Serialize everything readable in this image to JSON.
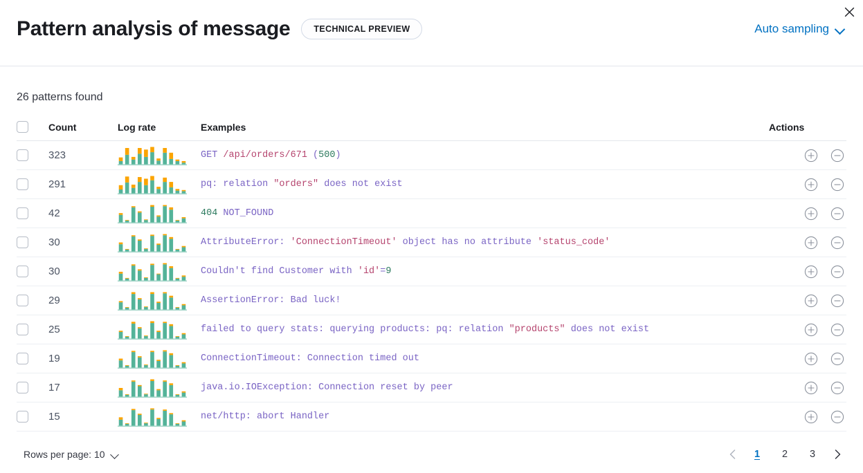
{
  "header": {
    "title": "Pattern analysis of message",
    "badge": "TECHNICAL PREVIEW",
    "sampling_label": "Auto sampling",
    "sampling_icon": "chevron-down-icon",
    "close_icon": "close-icon"
  },
  "summary": {
    "patterns_found": "26 patterns found"
  },
  "table": {
    "columns": {
      "select": "",
      "count": "Count",
      "log_rate": "Log rate",
      "examples": "Examples",
      "actions": "Actions"
    },
    "action_icons": {
      "filter_for": "plus-in-circle-icon",
      "filter_out": "minus-in-circle-icon"
    },
    "rows": [
      {
        "count": "323",
        "example_plain": "GET /api/orders/671 (500)",
        "tokens": [
          {
            "t": "GET ",
            "k": "p"
          },
          {
            "t": "/api/orders/671",
            "k": "s"
          },
          {
            "t": " (",
            "k": "p"
          },
          {
            "t": "500",
            "k": "n"
          },
          {
            "t": ")",
            "k": "p"
          }
        ],
        "sparkline": {
          "teal": [
            6,
            18,
            9,
            20,
            14,
            23,
            7,
            22,
            10,
            6,
            3
          ],
          "orange": [
            7,
            13,
            5,
            11,
            14,
            10,
            4,
            9,
            12,
            3,
            3
          ]
        }
      },
      {
        "count": "291",
        "example_plain": "pq: relation \"orders\" does not exist",
        "tokens": [
          {
            "t": "pq: relation ",
            "k": "p"
          },
          {
            "t": "\"orders\"",
            "k": "s"
          },
          {
            "t": " does not exist",
            "k": "p"
          }
        ],
        "sparkline": {
          "teal": [
            7,
            20,
            10,
            21,
            15,
            24,
            8,
            21,
            11,
            5,
            4
          ],
          "orange": [
            8,
            11,
            6,
            9,
            12,
            8,
            4,
            8,
            10,
            3,
            2
          ]
        }
      },
      {
        "count": "42",
        "example_plain": "404 NOT_FOUND",
        "tokens": [
          {
            "t": "404",
            "k": "n"
          },
          {
            "t": " NOT_FOUND",
            "k": "p"
          }
        ],
        "sparkline": {
          "teal": [
            13,
            3,
            26,
            17,
            4,
            27,
            10,
            28,
            22,
            3,
            7
          ],
          "orange": [
            3,
            1,
            2,
            2,
            1,
            3,
            2,
            2,
            4,
            1,
            2
          ]
        }
      },
      {
        "count": "30",
        "example_plain": "AttributeError: 'ConnectionTimeout' object has no attribute 'status_code'",
        "tokens": [
          {
            "t": "AttributeError: ",
            "k": "p"
          },
          {
            "t": "'ConnectionTimeout'",
            "k": "s"
          },
          {
            "t": " object has no attribute ",
            "k": "p"
          },
          {
            "t": "'status_code'",
            "k": "s"
          }
        ],
        "sparkline": {
          "teal": [
            12,
            3,
            25,
            18,
            4,
            26,
            11,
            27,
            21,
            3,
            7
          ],
          "orange": [
            3,
            1,
            2,
            2,
            1,
            2,
            2,
            2,
            3,
            1,
            2
          ]
        }
      },
      {
        "count": "30",
        "example_plain": "Couldn't find Customer with 'id'=9",
        "tokens": [
          {
            "t": "Couldn't find Customer with ",
            "k": "p"
          },
          {
            "t": "'id'",
            "k": "s"
          },
          {
            "t": "=",
            "k": "p"
          },
          {
            "t": "9",
            "k": "n"
          }
        ],
        "sparkline": {
          "teal": [
            11,
            3,
            24,
            16,
            4,
            25,
            10,
            26,
            20,
            3,
            6
          ],
          "orange": [
            3,
            1,
            2,
            2,
            1,
            2,
            1,
            2,
            3,
            1,
            2
          ]
        }
      },
      {
        "count": "29",
        "example_plain": "AssertionError: Bad luck!",
        "tokens": [
          {
            "t": "AssertionError: Bad luck!",
            "k": "p"
          }
        ],
        "sparkline": {
          "teal": [
            12,
            3,
            26,
            17,
            4,
            26,
            11,
            27,
            20,
            3,
            7
          ],
          "orange": [
            2,
            1,
            3,
            2,
            1,
            3,
            2,
            2,
            3,
            1,
            2
          ]
        }
      },
      {
        "count": "25",
        "example_plain": "failed to query stats: querying products: pq: relation \"products\" does not exist",
        "tokens": [
          {
            "t": "failed to query stats: querying products: pq: relation ",
            "k": "p"
          },
          {
            "t": "\"products\"",
            "k": "s"
          },
          {
            "t": " does not exist",
            "k": "p"
          }
        ],
        "sparkline": {
          "teal": [
            11,
            3,
            25,
            17,
            4,
            26,
            11,
            26,
            21,
            3,
            7
          ],
          "orange": [
            2,
            1,
            3,
            2,
            1,
            3,
            2,
            2,
            3,
            1,
            2
          ]
        }
      },
      {
        "count": "19",
        "example_plain": "ConnectionTimeout: Connection timed out",
        "tokens": [
          {
            "t": "ConnectionTimeout: Connection timed out",
            "k": "p"
          }
        ],
        "sparkline": {
          "teal": [
            12,
            3,
            26,
            17,
            4,
            26,
            11,
            27,
            21,
            3,
            7
          ],
          "orange": [
            3,
            1,
            2,
            2,
            1,
            2,
            2,
            2,
            3,
            1,
            2
          ]
        }
      },
      {
        "count": "17",
        "example_plain": "java.io.IOException: Connection reset by peer",
        "tokens": [
          {
            "t": "java.io.IOException: Connection reset by peer",
            "k": "p"
          }
        ],
        "sparkline": {
          "teal": [
            11,
            3,
            26,
            18,
            4,
            27,
            11,
            26,
            20,
            3,
            7
          ],
          "orange": [
            4,
            1,
            2,
            2,
            1,
            3,
            2,
            2,
            3,
            1,
            2
          ]
        }
      },
      {
        "count": "15",
        "example_plain": "net/http: abort Handler",
        "tokens": [
          {
            "t": "net/http: abort Handler",
            "k": "p"
          }
        ],
        "sparkline": {
          "teal": [
            10,
            3,
            26,
            18,
            4,
            27,
            11,
            25,
            19,
            3,
            7
          ],
          "orange": [
            4,
            1,
            2,
            2,
            1,
            2,
            2,
            2,
            2,
            1,
            2
          ]
        }
      }
    ]
  },
  "footer": {
    "rows_per_page_label": "Rows per page: 10",
    "rows_per_page_icon": "chevron-down-icon",
    "prev_icon": "chevron-left-icon",
    "next_icon": "chevron-right-icon",
    "pages": [
      "1",
      "2",
      "3"
    ],
    "active_page": "1"
  },
  "colors": {
    "accent_blue": "#0071c2",
    "spark_teal": "#54b399",
    "spark_orange": "#fba400",
    "token_plain": "#7a64c4",
    "token_string": "#b5446e",
    "token_number": "#2c7a5e"
  }
}
